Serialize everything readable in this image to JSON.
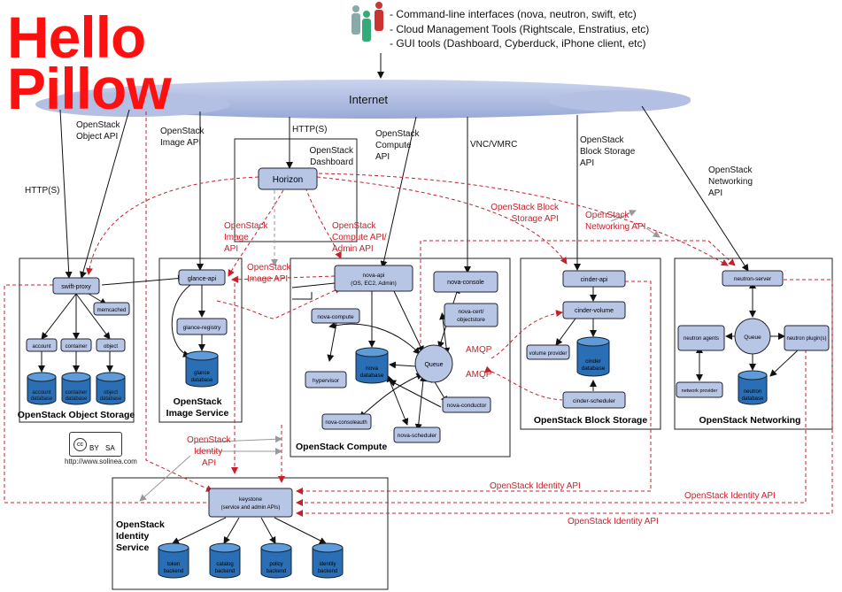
{
  "overlay": {
    "line1": "Hello",
    "line2": "Pillow"
  },
  "clients": [
    "- Command-line interfaces (nova, neutron, swift, etc)",
    "- Cloud Management Tools (Rightscale, Enstratius, etc)",
    "- GUI tools (Dashboard, Cyberduck, iPhone client, etc)"
  ],
  "internet": "Internet",
  "links": {
    "http_s_left": "HTTP(S)",
    "http_s_top": "HTTP(S)",
    "object_api": [
      "OpenStack",
      "Object API"
    ],
    "image_api": [
      "OpenStack",
      "Image API"
    ],
    "compute_api": [
      "OpenStack",
      "Compute",
      "API"
    ],
    "vnc": "VNC/VMRC",
    "block_api": [
      "OpenStack",
      "Block Storage",
      "API"
    ],
    "net_api": [
      "OpenStack",
      "Networking",
      "API"
    ]
  },
  "red_labels": {
    "image_api": [
      "OpenStack",
      "Image",
      "API"
    ],
    "compute_api": [
      "OpenStack",
      "Compute API/",
      "Admin API"
    ],
    "image_api2": [
      "OpenStack",
      "Image API"
    ],
    "block_api": [
      "OpenStack Block",
      "Storage API"
    ],
    "net_api": [
      "OpenStack",
      "Networking API"
    ],
    "amqp1": "AMQP",
    "amqp2": "AMQP",
    "identity_api": [
      "OpenStack",
      "Identity",
      "API"
    ],
    "identity1": "OpenStack Identity API",
    "identity2": "OpenStack Identity API",
    "identity3": "OpenStack Identity API"
  },
  "dashboard": {
    "title": [
      "OpenStack",
      "Dashboard"
    ],
    "horizon": "Horizon"
  },
  "object_storage": {
    "title": "OpenStack Object Storage",
    "swift_proxy": "swift-proxy",
    "memcached": "memcached",
    "account": "account",
    "container": "container",
    "object": "object",
    "dbs": [
      [
        "account",
        "database"
      ],
      [
        "container",
        "database"
      ],
      [
        "object",
        "database"
      ]
    ]
  },
  "image_service": {
    "title": [
      "OpenStack",
      "Image Service"
    ],
    "glance_api": "glance-api",
    "glance_registry": "glance-registry",
    "db": [
      "glance",
      "database"
    ]
  },
  "compute": {
    "title": "OpenStack Compute",
    "nova_api": [
      "nova-api",
      "(OS, EC2, Admin)"
    ],
    "nova_console": "nova-console",
    "nova_compute": "nova-compute",
    "nova_cert": [
      "nova-cert/",
      "objectstore"
    ],
    "hypervisor": "hypervisor",
    "nova_db": [
      "nova",
      "database"
    ],
    "queue": "Queue",
    "nova_conductor": "nova-conductor",
    "nova_consoleauth": "nova-consoleauth",
    "nova_scheduler": "nova-scheduler"
  },
  "block": {
    "title": "OpenStack Block Storage",
    "cinder_api": "cinder-api",
    "cinder_volume": "cinder-volume",
    "volume_provider": "volume provider",
    "db": [
      "cinder",
      "database"
    ],
    "cinder_scheduler": "cinder-scheduler"
  },
  "network": {
    "title": "OpenStack Networking",
    "neutron_server": "neutron-server",
    "agents": "neutron agents",
    "queue": "Queue",
    "plugins": "neutron plugin(s)",
    "provider": "network provider",
    "db": [
      "neutron",
      "database"
    ]
  },
  "identity": {
    "title": [
      "OpenStack",
      "Identity",
      "Service"
    ],
    "keystone": [
      "keystone",
      "(service and admin APIs)"
    ],
    "dbs": [
      [
        "token",
        "backend"
      ],
      [
        "catalog",
        "backend"
      ],
      [
        "policy",
        "backend"
      ],
      [
        "identity",
        "backend"
      ]
    ]
  },
  "license": {
    "cc": "cc",
    "by": "BY",
    "sa": "SA",
    "url": "http://www.solinea.com"
  },
  "colors": {
    "box": "#b8c6e6",
    "db": "#2a6fb5",
    "red": "#c8202a",
    "cloud": "#a9b7dc"
  }
}
